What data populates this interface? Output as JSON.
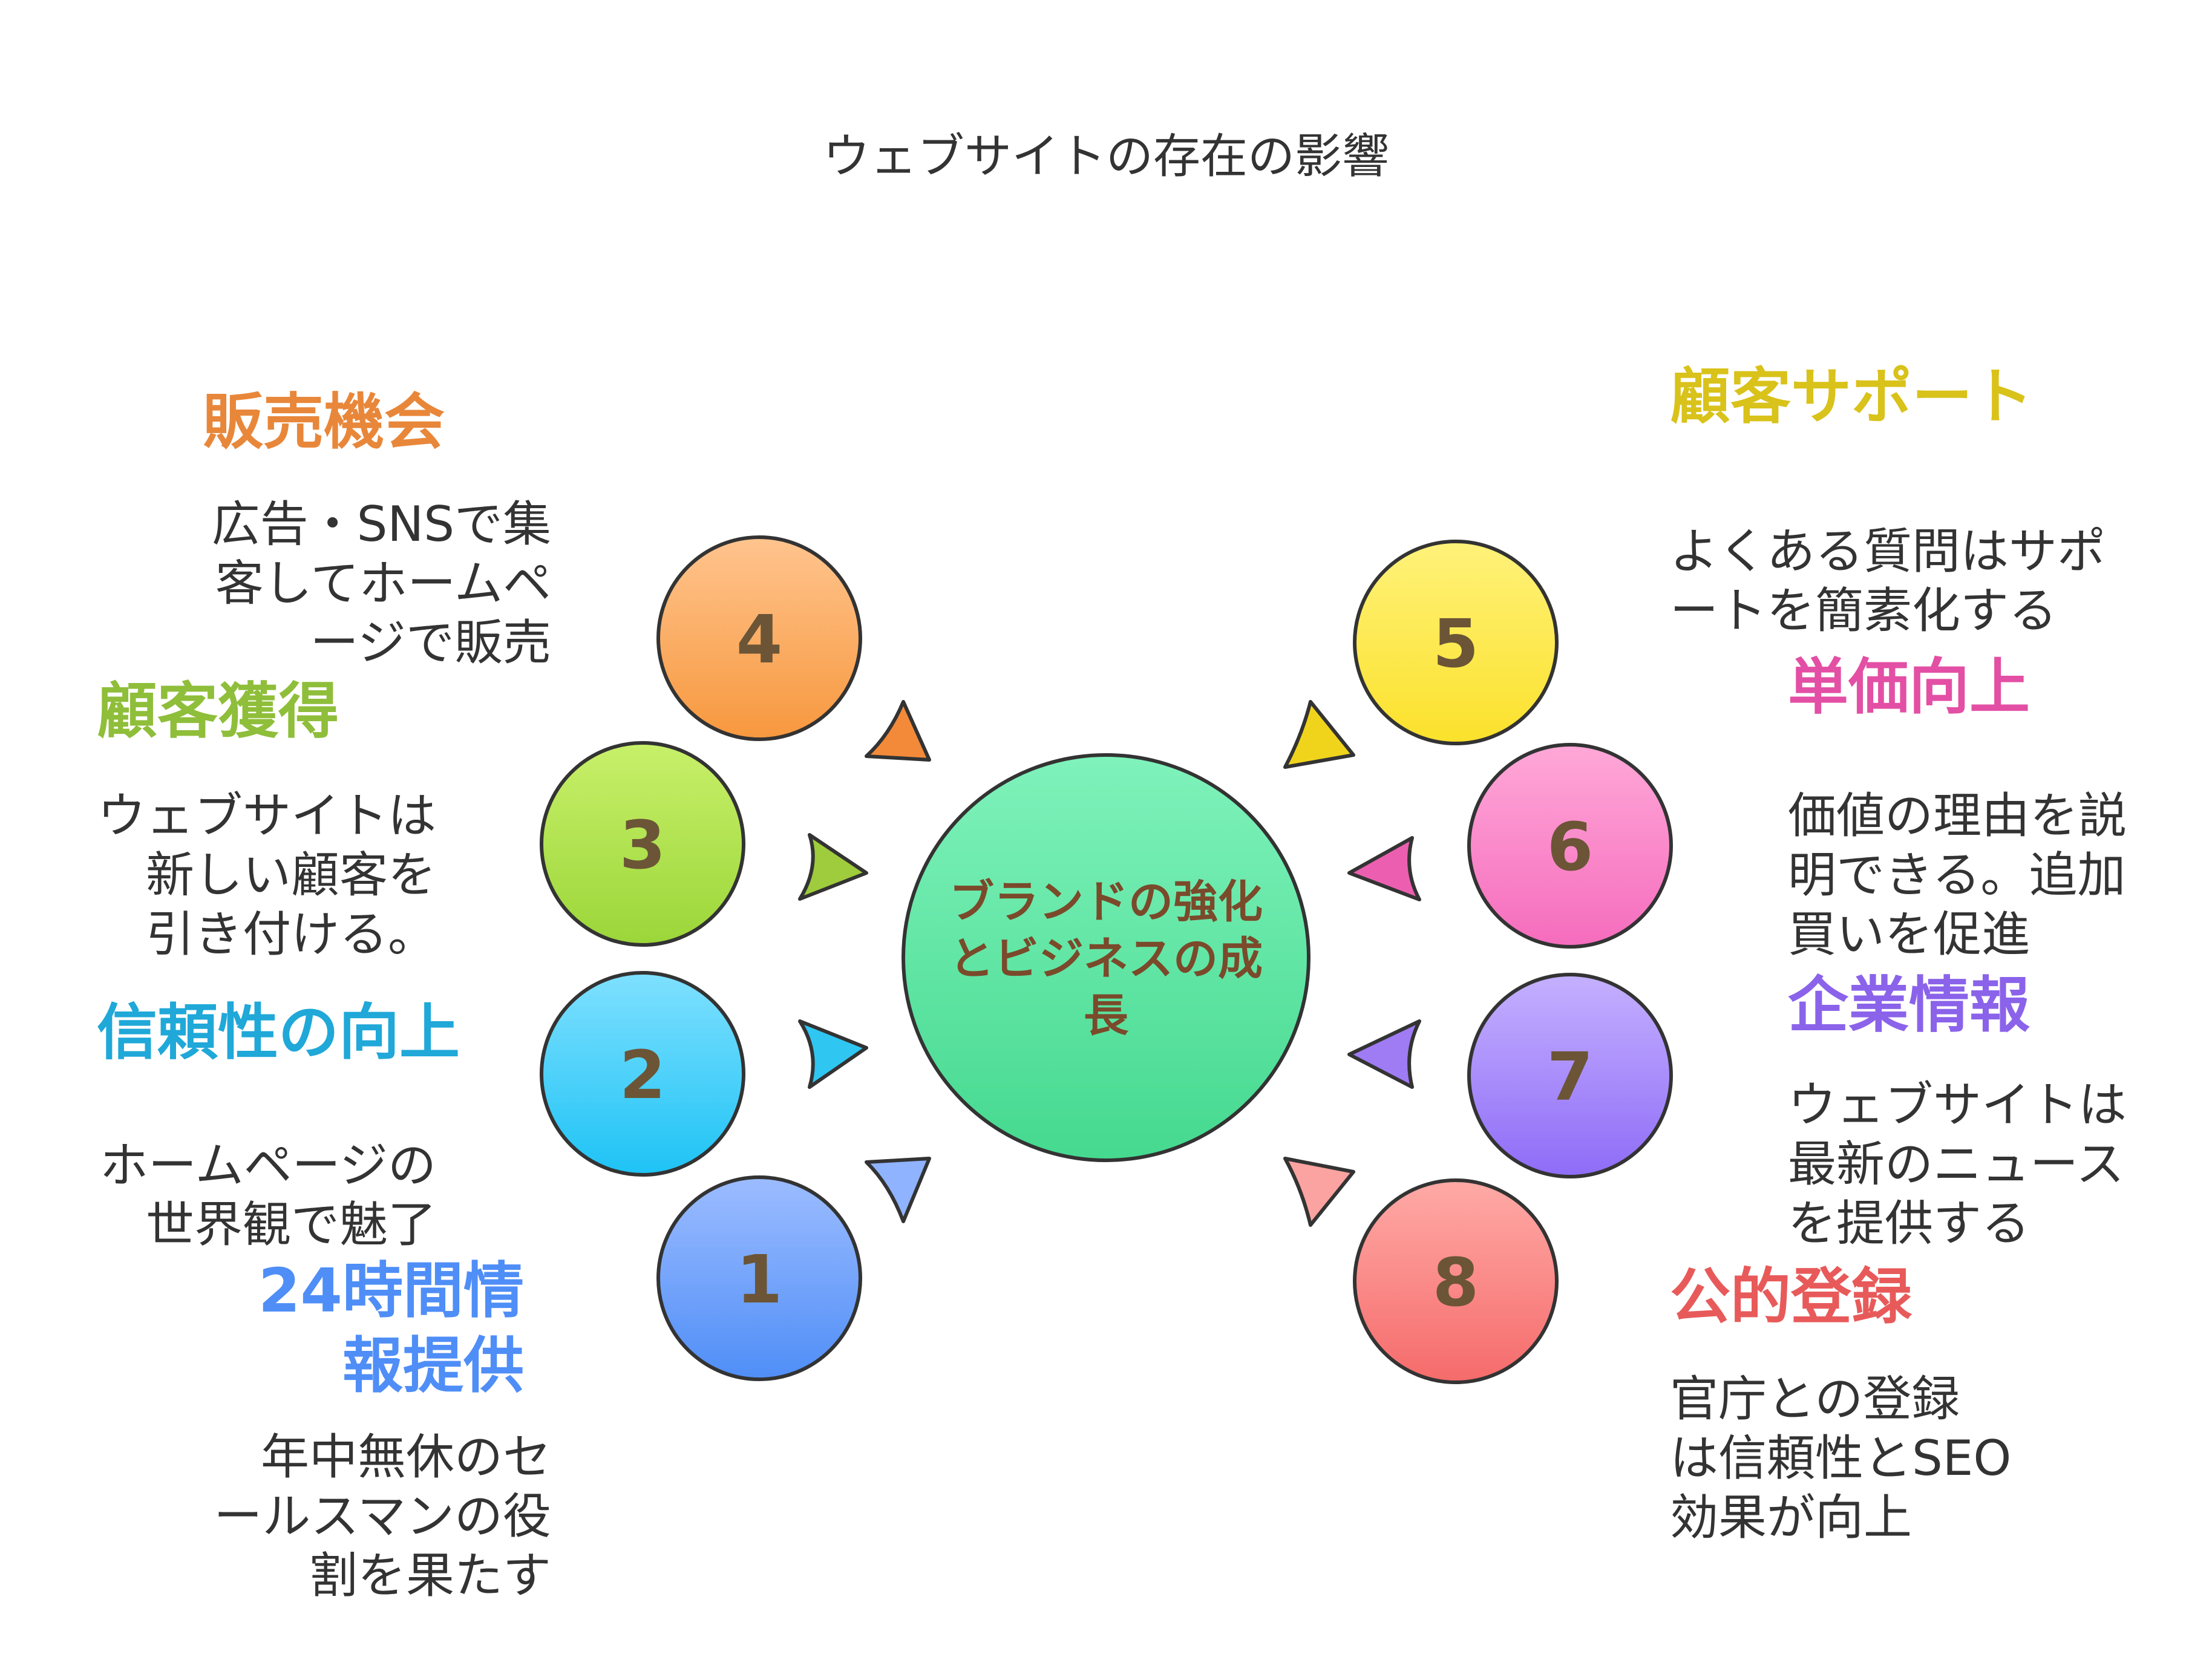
{
  "title": "ウェブサイトの存在の影響",
  "center": {
    "lines": [
      "ブランドの強化",
      "とビジネスの成",
      "長"
    ]
  },
  "items": [
    {
      "number": "1",
      "heading": [
        "24時間情",
        "報提供"
      ],
      "desc": [
        "年中無休のセ",
        "ールスマンの役",
        "割を果たす"
      ],
      "color": "#4f8ef7"
    },
    {
      "number": "2",
      "heading": [
        "信頼性の向上"
      ],
      "desc": [
        "ホームページの",
        "世界観で魅了"
      ],
      "color": "#1fa8d8"
    },
    {
      "number": "3",
      "heading": [
        "顧客獲得"
      ],
      "desc": [
        "ウェブサイトは",
        "新しい顧客を",
        "引き付ける。"
      ],
      "color": "#8fbe3a"
    },
    {
      "number": "4",
      "heading": [
        "販売機会"
      ],
      "desc": [
        "広告・SNSで集",
        "客してホームペ",
        "ージで販売"
      ],
      "color": "#e8873a"
    },
    {
      "number": "5",
      "heading": [
        "顧客サポート"
      ],
      "desc": [
        "よくある質問はサポ",
        "ートを簡素化する"
      ],
      "color": "#d9c21a"
    },
    {
      "number": "6",
      "heading": [
        "単価向上"
      ],
      "desc": [
        "価値の理由を説",
        "明できる。追加",
        "買いを促進"
      ],
      "color": "#e34fa4"
    },
    {
      "number": "7",
      "heading": [
        "企業情報"
      ],
      "desc": [
        "ウェブサイトは",
        "最新のニュース",
        "を提供する"
      ],
      "color": "#8a63ea"
    },
    {
      "number": "8",
      "heading": [
        "公的登録"
      ],
      "desc": [
        "官庁との登録",
        "は信頼性とSEO",
        "効果が向上"
      ],
      "color": "#e85a5a"
    }
  ]
}
